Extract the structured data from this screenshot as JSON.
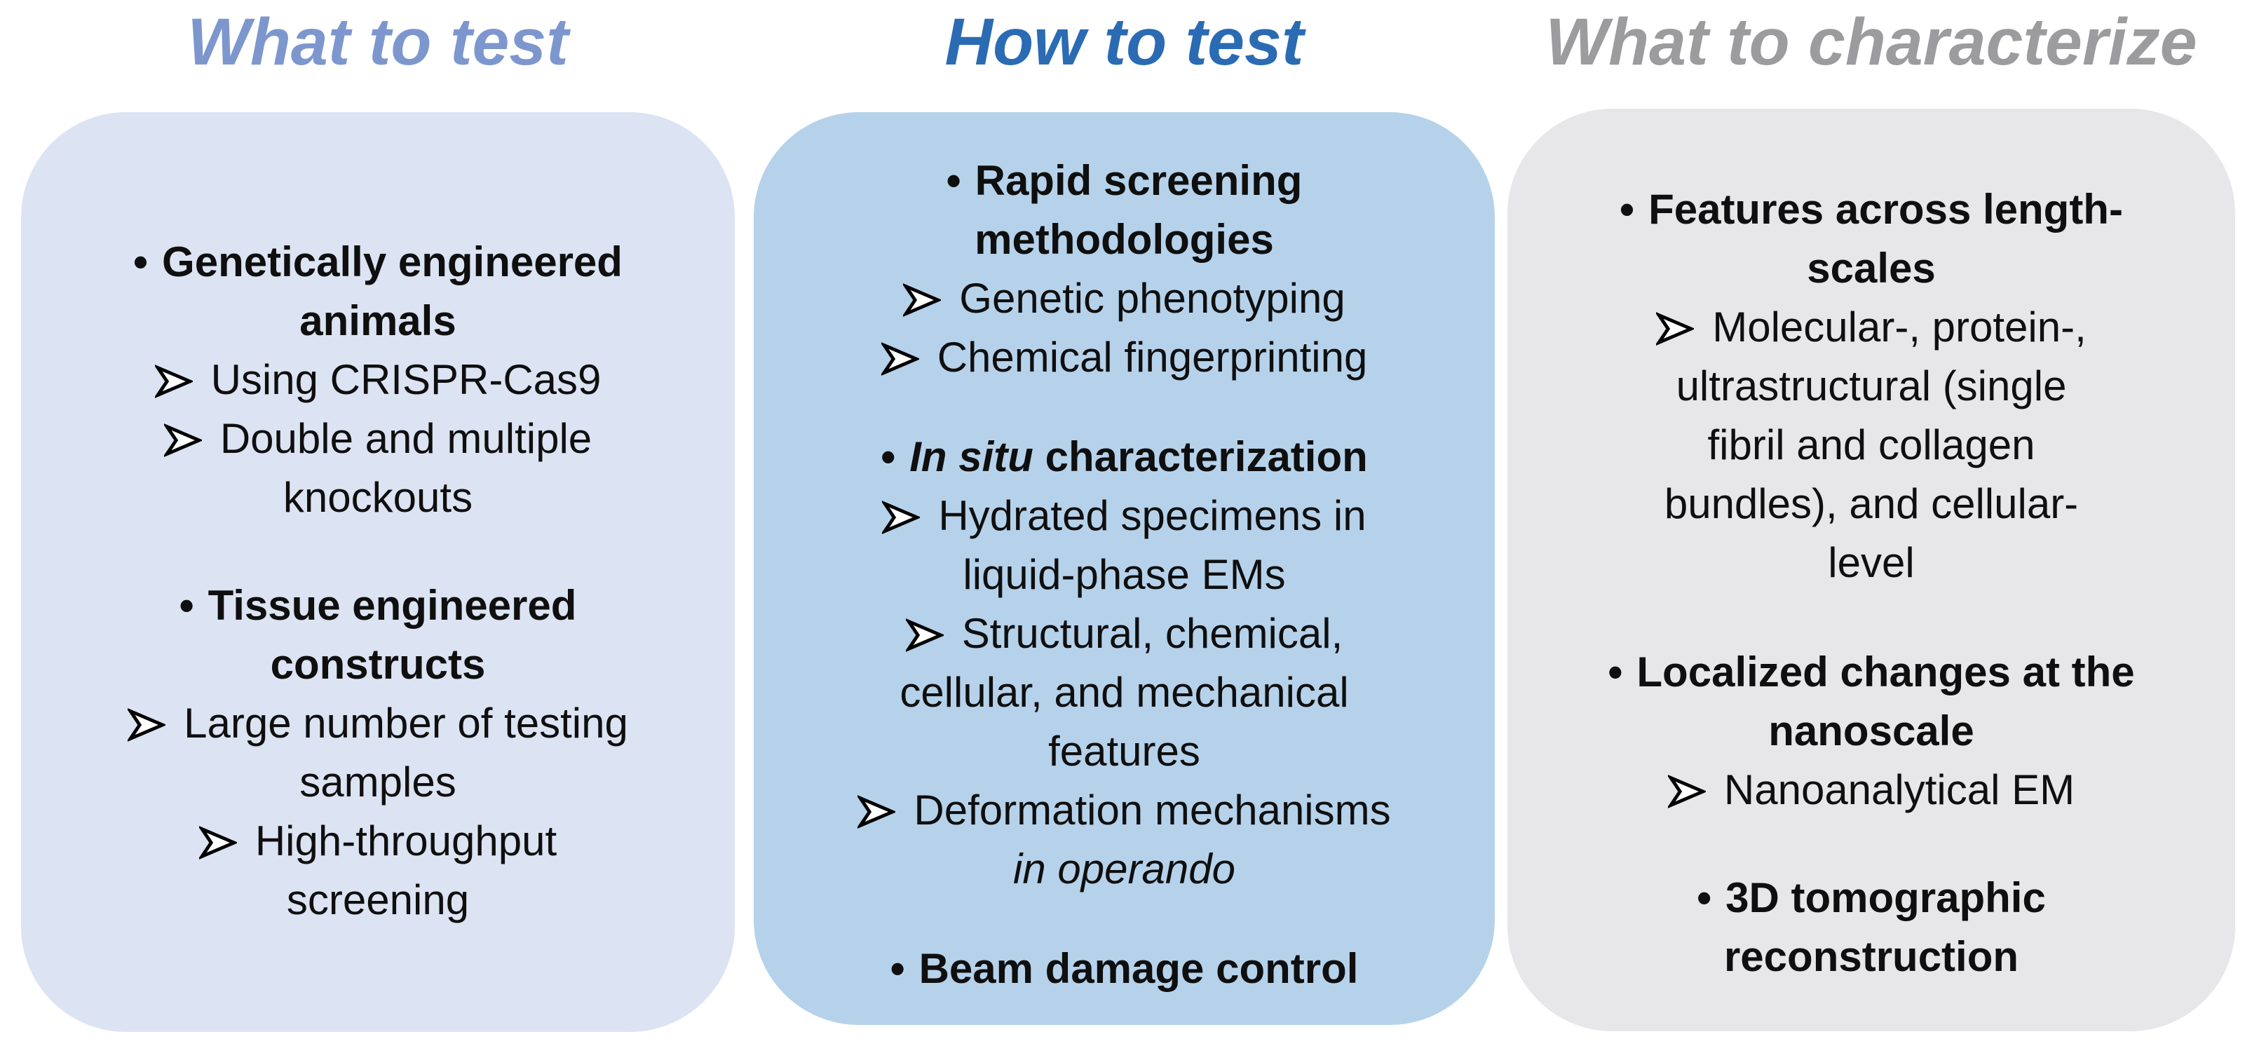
{
  "figure": {
    "page_bg": "#ffffff",
    "text_color": "#0f0f0f",
    "markers": {
      "bullet_char": "•",
      "arrow_icon": "outlined-3d-arrowhead"
    },
    "columns": [
      {
        "header": {
          "label": "What to test",
          "color": "#7d97ce"
        },
        "panel": {
          "bg": "#dce3f2"
        },
        "items": [
          {
            "type": "item",
            "marker": "bullet",
            "bold": true,
            "lines": [
              [
                {
                  "t": "Genetically engineered"
                }
              ],
              [
                {
                  "t": "animals"
                }
              ]
            ]
          },
          {
            "type": "item",
            "marker": "arrow",
            "lines": [
              [
                {
                  "t": "Using CRISPR-Cas9"
                }
              ]
            ]
          },
          {
            "type": "item",
            "marker": "arrow",
            "lines": [
              [
                {
                  "t": "Double and multiple"
                }
              ],
              [
                {
                  "t": "knockouts"
                }
              ]
            ]
          },
          {
            "type": "spacer",
            "size": 70
          },
          {
            "type": "item",
            "marker": "bullet",
            "bold": true,
            "lines": [
              [
                {
                  "t": "Tissue engineered"
                }
              ],
              [
                {
                  "t": "constructs"
                }
              ]
            ]
          },
          {
            "type": "item",
            "marker": "arrow",
            "lines": [
              [
                {
                  "t": "Large number of testing"
                }
              ],
              [
                {
                  "t": "samples"
                }
              ]
            ]
          },
          {
            "type": "item",
            "marker": "arrow",
            "lines": [
              [
                {
                  "t": "High-throughput"
                }
              ],
              [
                {
                  "t": "screening"
                }
              ]
            ]
          }
        ]
      },
      {
        "header": {
          "label": "How to test",
          "color": "#2a6bb3"
        },
        "panel": {
          "bg": "#b6d2eb"
        },
        "items": [
          {
            "type": "item",
            "marker": "bullet",
            "bold": true,
            "lines": [
              [
                {
                  "t": "Rapid screening"
                }
              ],
              [
                {
                  "t": "methodologies"
                }
              ]
            ]
          },
          {
            "type": "item",
            "marker": "arrow",
            "lines": [
              [
                {
                  "t": "Genetic phenotyping"
                }
              ]
            ]
          },
          {
            "type": "item",
            "marker": "arrow",
            "lines": [
              [
                {
                  "t": "Chemical fingerprinting"
                }
              ]
            ]
          },
          {
            "type": "spacer",
            "size": 58
          },
          {
            "type": "item",
            "marker": "bullet",
            "bold": true,
            "lines": [
              [
                {
                  "t": "In situ ",
                  "italic": true
                },
                {
                  "t": "characterization"
                }
              ]
            ]
          },
          {
            "type": "item",
            "marker": "arrow",
            "lines": [
              [
                {
                  "t": "Hydrated specimens in"
                }
              ],
              [
                {
                  "t": "liquid-phase EMs"
                }
              ]
            ]
          },
          {
            "type": "item",
            "marker": "arrow",
            "lines": [
              [
                {
                  "t": "Structural, chemical,"
                }
              ],
              [
                {
                  "t": "cellular, and mechanical"
                }
              ],
              [
                {
                  "t": "features"
                }
              ]
            ]
          },
          {
            "type": "item",
            "marker": "arrow",
            "lines": [
              [
                {
                  "t": "Deformation mechanisms"
                }
              ],
              [
                {
                  "t": "in operando",
                  "italic": true
                }
              ]
            ]
          },
          {
            "type": "spacer",
            "size": 58
          },
          {
            "type": "item",
            "marker": "bullet",
            "bold": true,
            "lines": [
              [
                {
                  "t": "Beam damage control"
                }
              ]
            ]
          }
        ]
      },
      {
        "header": {
          "label": "What to characterize",
          "color": "#9c9b9d"
        },
        "panel": {
          "bg": "#e7e6e8"
        },
        "items": [
          {
            "type": "item",
            "marker": "bullet",
            "bold": true,
            "lines": [
              [
                {
                  "t": "Features across length-"
                }
              ],
              [
                {
                  "t": "scales"
                }
              ]
            ]
          },
          {
            "type": "item",
            "marker": "arrow",
            "lines": [
              [
                {
                  "t": "Molecular-, protein-,"
                }
              ],
              [
                {
                  "t": "ultrastructural (single"
                }
              ],
              [
                {
                  "t": "fibril and collagen"
                }
              ],
              [
                {
                  "t": "bundles), and cellular-"
                }
              ],
              [
                {
                  "t": "level"
                }
              ]
            ]
          },
          {
            "type": "spacer",
            "size": 72
          },
          {
            "type": "item",
            "marker": "bullet",
            "bold": true,
            "lines": [
              [
                {
                  "t": "Localized changes at the"
                }
              ],
              [
                {
                  "t": "nanoscale"
                }
              ]
            ]
          },
          {
            "type": "item",
            "marker": "arrow",
            "lines": [
              [
                {
                  "t": "Nanoanalytical EM"
                }
              ]
            ]
          },
          {
            "type": "spacer",
            "size": 70
          },
          {
            "type": "item",
            "marker": "bullet",
            "bold": true,
            "lines": [
              [
                {
                  "t": "3D tomographic"
                }
              ],
              [
                {
                  "t": "reconstruction"
                }
              ]
            ]
          }
        ]
      }
    ]
  }
}
